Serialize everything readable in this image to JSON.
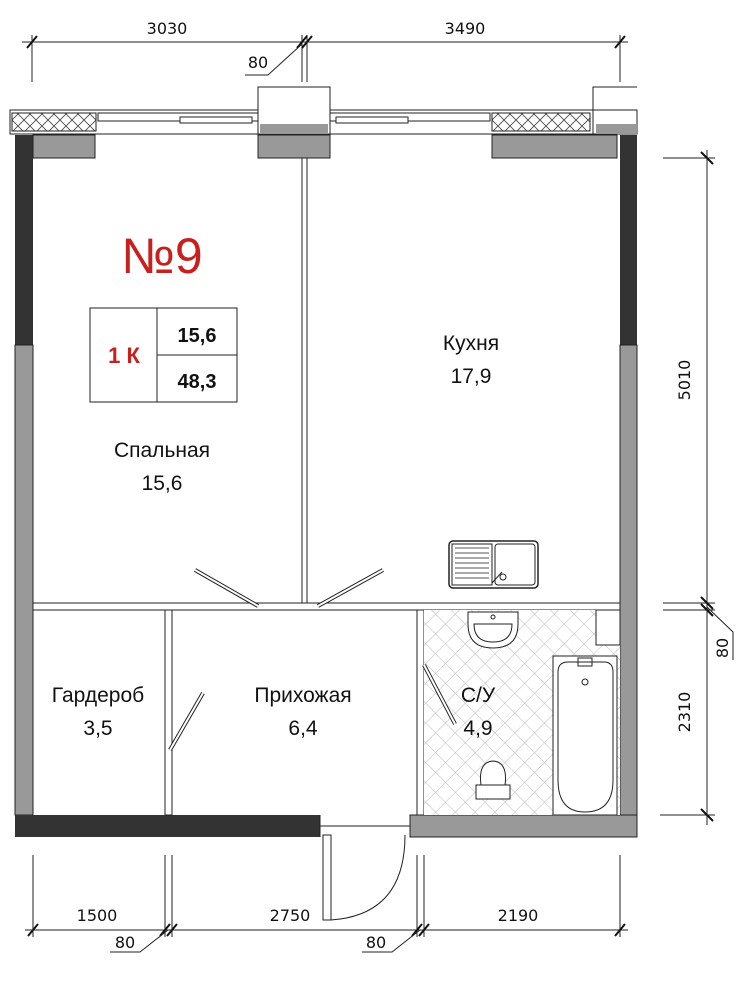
{
  "apartment": {
    "number": "№9",
    "type": "1 К",
    "living_area": "15,6",
    "total_area": "48,3",
    "accent_color": "#c8201e"
  },
  "rooms": [
    {
      "name": "Спальная",
      "area": "15,6"
    },
    {
      "name": "Кухня",
      "area": "17,9"
    },
    {
      "name": "Гардероб",
      "area": "3,5"
    },
    {
      "name": "Прихожая",
      "area": "6,4"
    },
    {
      "name": "С/У",
      "area": "4,9"
    }
  ],
  "dimensions": {
    "top": [
      "3030",
      "3490"
    ],
    "top_wall": "80",
    "right": [
      "5010",
      "2310"
    ],
    "right_wall": "80",
    "bottom": [
      "1500",
      "2750",
      "2190"
    ],
    "bottom_walls": [
      "80",
      "80"
    ]
  }
}
